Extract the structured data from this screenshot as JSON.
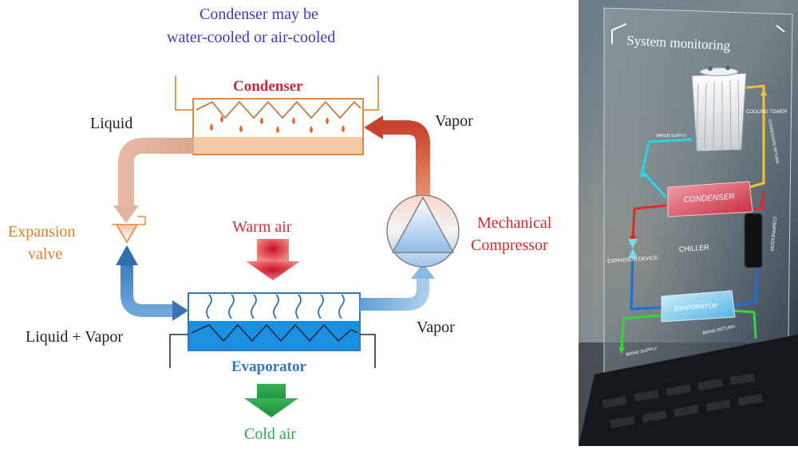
{
  "diagram": {
    "note_line1": "Condenser may be",
    "note_line2": "water-cooled or air-cooled",
    "condenser_label": "Condenser",
    "liquid_label": "Liquid",
    "vapor_top_label": "Vapor",
    "expansion_label_line1": "Expansion",
    "expansion_label_line2": "valve",
    "warm_air_label": "Warm air",
    "compressor_label_line1": "Mechanical",
    "compressor_label_line2": "Compressor",
    "liquid_vapor_label": "Liquid + Vapor",
    "vapor_bottom_label": "Vapor",
    "evaporator_label": "Evaporator",
    "cold_air_label": "Cold air",
    "colors": {
      "note": "#3a3ac8",
      "condenser": "#c8283a",
      "expansion": "#e07b28",
      "warm_air": "#d63030",
      "compressor": "#e02828",
      "evaporator": "#2e78c8",
      "cold_air": "#2aa84a",
      "condenser_coil": "#e8843c",
      "evap_water": "#1a90e0"
    }
  },
  "monitor": {
    "title": "System monitoring",
    "cooling_tower": "COOLING TOWER",
    "water_supply": "WATER SUPPLY",
    "condensate_return": "CONDENSATE RETURN",
    "condenser": "CONDENSER",
    "compressor": "COMPRESSOR",
    "expansion_device": "EXPANSION DEVICE",
    "chiller": "CHILLER",
    "evaporator": "EVAPORATOR",
    "brine_supply": "BRINE SUPPLY",
    "brine_return": "BRINE RETURN"
  }
}
